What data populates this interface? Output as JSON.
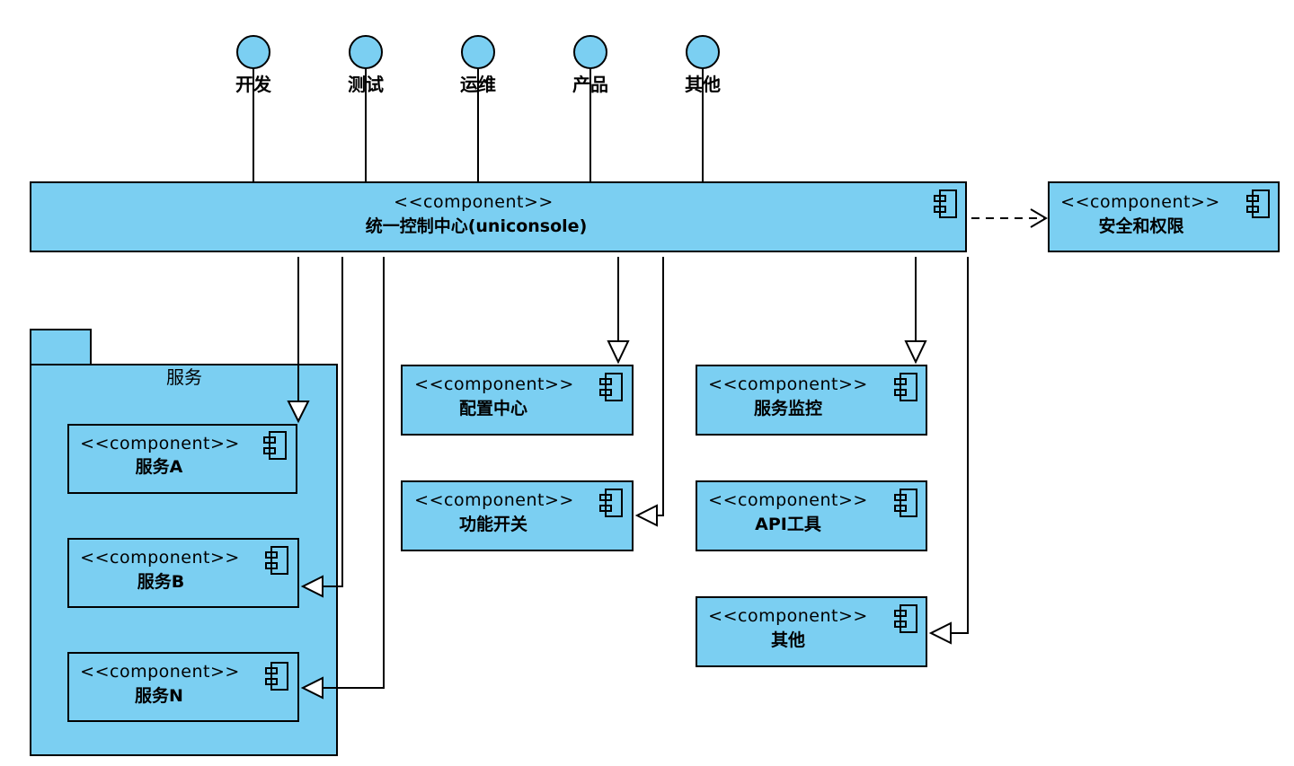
{
  "stereotype": "<<component>>",
  "actors": [
    {
      "label": "开发"
    },
    {
      "label": "测试"
    },
    {
      "label": "运维"
    },
    {
      "label": "产品"
    },
    {
      "label": "其他"
    }
  ],
  "main_component": {
    "name": "统一控制中心(uniconsole)"
  },
  "security_component": {
    "name": "安全和权限"
  },
  "package": {
    "label": "服务"
  },
  "services": [
    {
      "name": "服务A"
    },
    {
      "name": "服务B"
    },
    {
      "name": "服务N"
    }
  ],
  "middle_components": [
    {
      "name": "配置中心"
    },
    {
      "name": "功能开关"
    }
  ],
  "right_components": [
    {
      "name": "服务监控"
    },
    {
      "name": "API工具"
    },
    {
      "name": "其他"
    }
  ],
  "colors": {
    "component_fill": "#7bcff2",
    "stroke": "#000000"
  }
}
